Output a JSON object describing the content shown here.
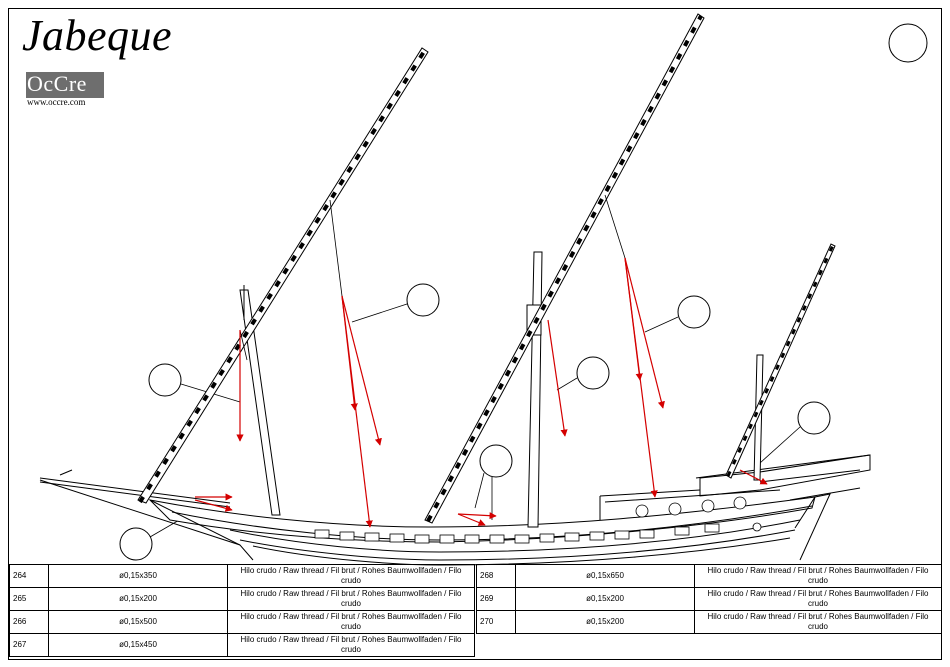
{
  "title": "Jabeque",
  "logo": {
    "text": "OcCre",
    "url": "www.occre.com"
  },
  "parts_left": [
    {
      "ref": "264",
      "size": "ø0,15x350",
      "material": "Hilo crudo / Raw thread / Fil brut / Rohes Baumwollfaden / Filo crudo"
    },
    {
      "ref": "265",
      "size": "ø0,15x200",
      "material": "Hilo crudo / Raw thread / Fil brut / Rohes Baumwollfaden / Filo crudo"
    },
    {
      "ref": "266",
      "size": "ø0,15x500",
      "material": "Hilo crudo / Raw thread / Fil brut / Rohes Baumwollfaden / Filo crudo"
    },
    {
      "ref": "267",
      "size": "ø0,15x450",
      "material": "Hilo crudo / Raw thread / Fil brut / Rohes Baumwollfaden / Filo crudo"
    }
  ],
  "parts_right": [
    {
      "ref": "268",
      "size": "ø0,15x650",
      "material": "Hilo crudo / Raw thread / Fil brut / Rohes Baumwollfaden / Filo crudo"
    },
    {
      "ref": "269",
      "size": "ø0,15x200",
      "material": "Hilo crudo / Raw thread / Fil brut / Rohes Baumwollfaden / Filo crudo"
    },
    {
      "ref": "270",
      "size": "ø0,15x200",
      "material": "Hilo crudo / Raw thread / Fil brut / Rohes Baumwollfaden / Filo crudo"
    }
  ],
  "colors": {
    "line": "#000000",
    "arrow": "#d40000",
    "logo_bg": "#6e6e6e"
  }
}
